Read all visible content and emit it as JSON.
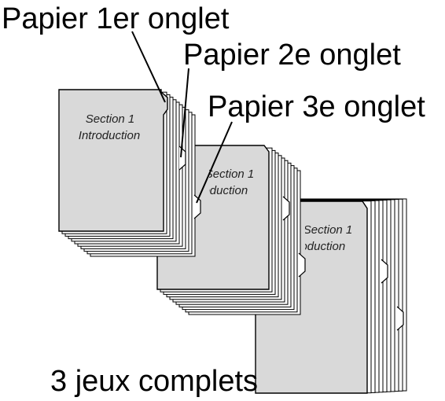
{
  "callouts": {
    "tab1": "Papier 1er onglet",
    "tab2": "Papier 2e onglet",
    "tab3": "Papier 3e onglet",
    "sets": "3 jeux complets"
  },
  "divider": {
    "line1": "Section  1",
    "line2": "Introduction"
  },
  "colors": {
    "divider_fill": "#d9d9d9",
    "sheet_fill": "#ffffff",
    "stroke": "#000000"
  }
}
